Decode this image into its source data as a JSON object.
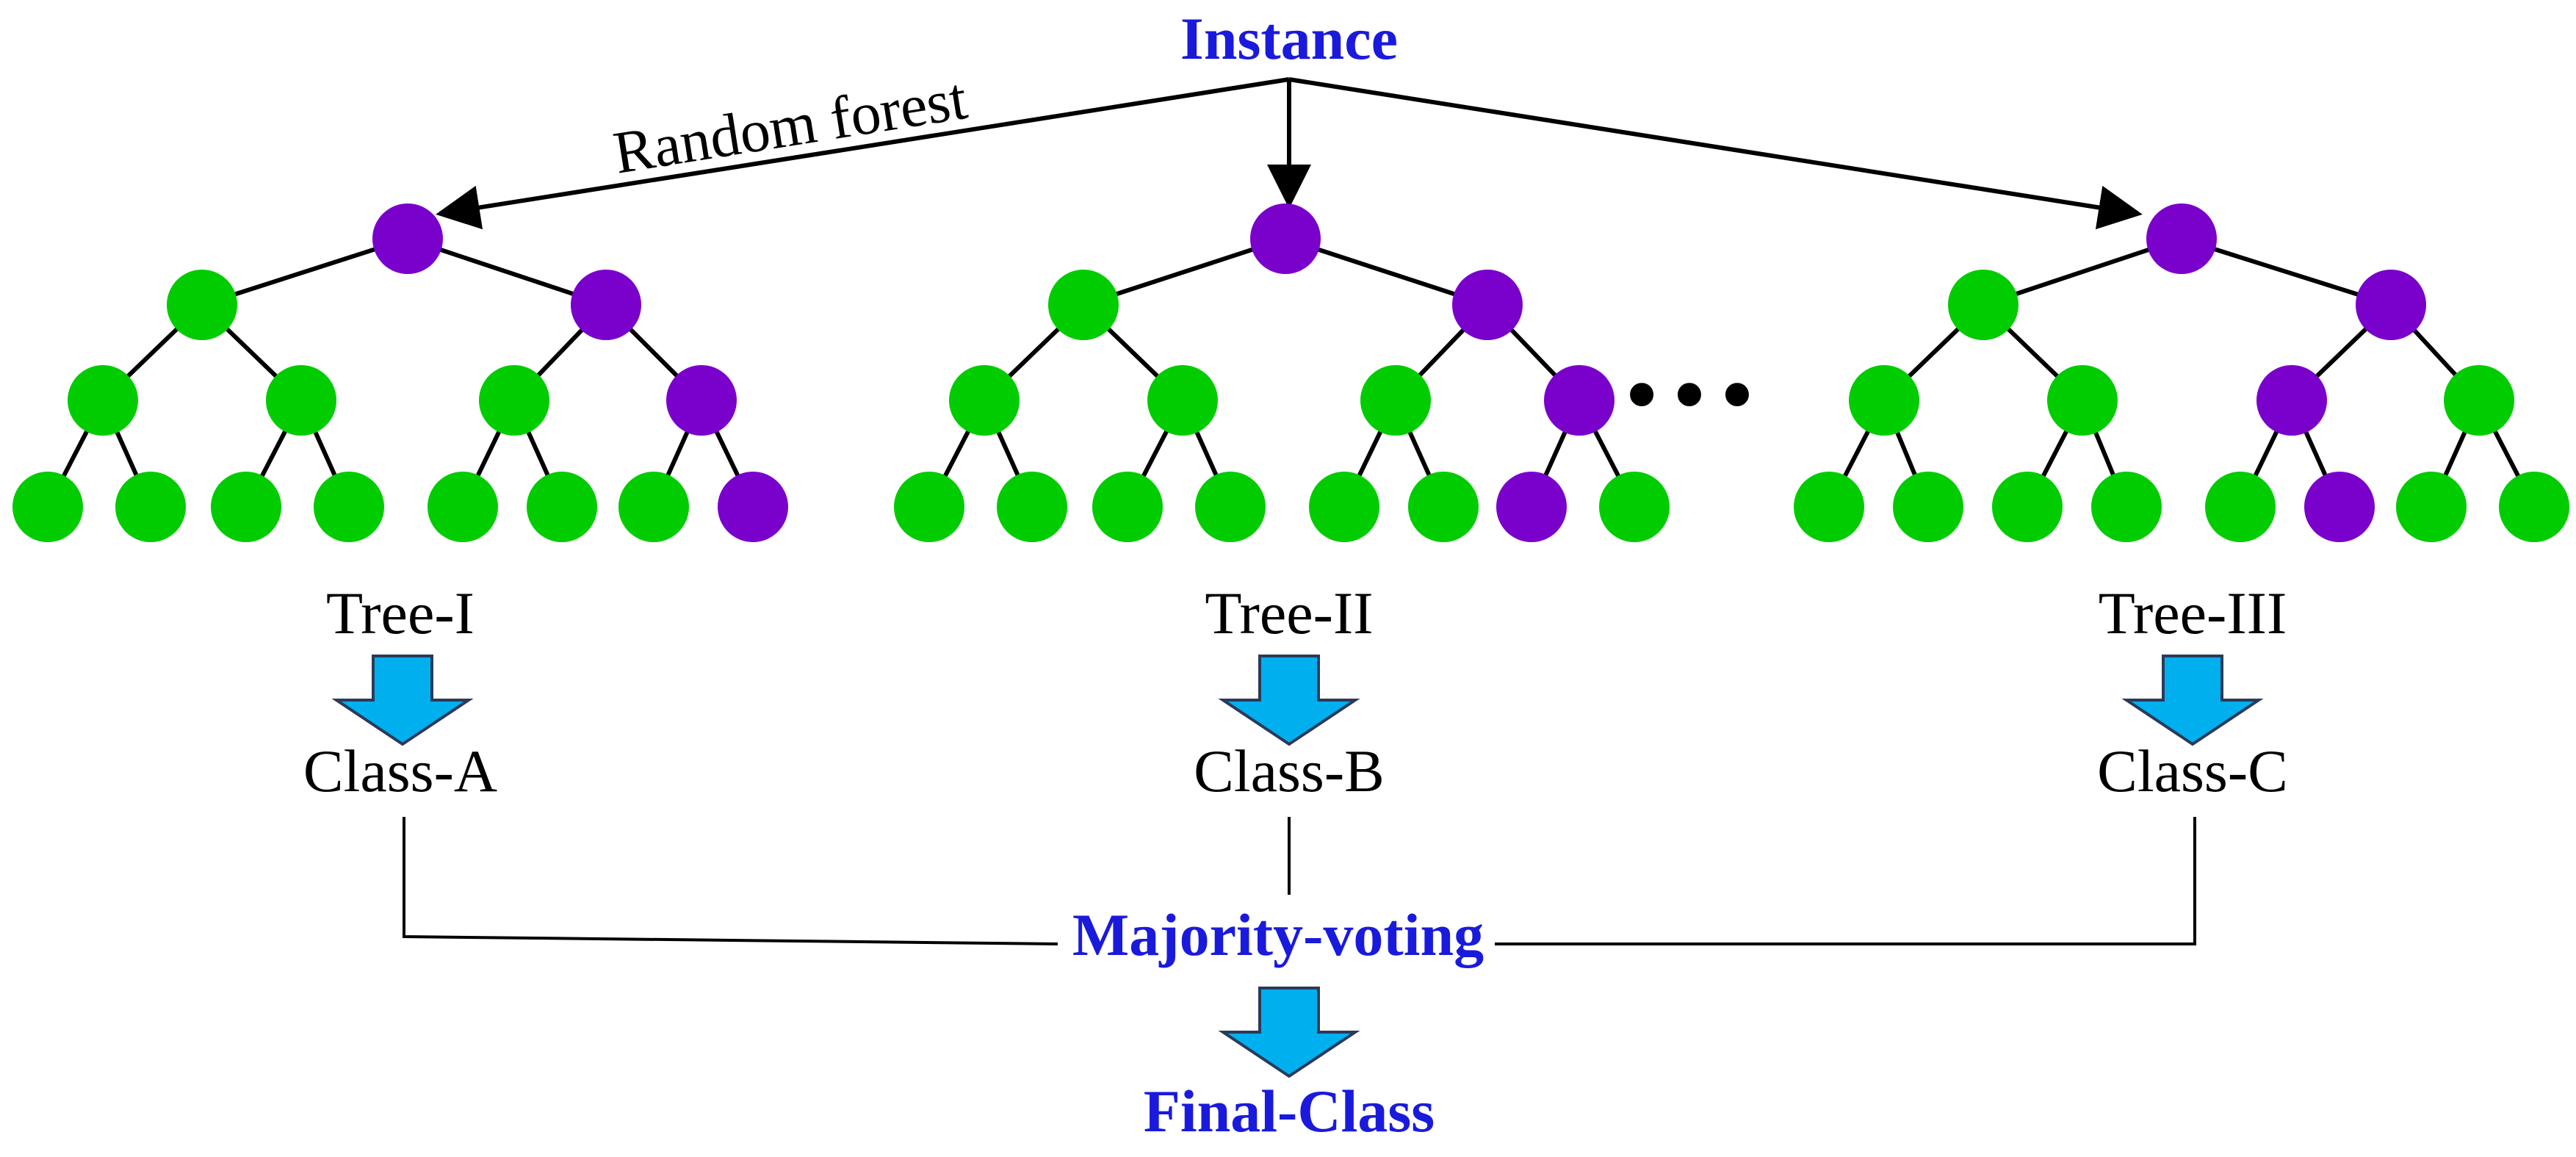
{
  "colors": {
    "green": "#00cc00",
    "purple": "#7a00cc",
    "blue_text": "#1a1add",
    "arrow_fill": "#00b0ee",
    "line": "#000000"
  },
  "labels": {
    "instance": "Instance",
    "random_forest": "Random forest",
    "majority_voting": "Majority-voting",
    "final_class": "Final-Class"
  },
  "trees": [
    {
      "name": "Tree-I",
      "class_label": "Class-A",
      "purple_nodes": [
        "root",
        "right",
        "right.right",
        "right.right.right"
      ]
    },
    {
      "name": "Tree-II",
      "class_label": "Class-B",
      "purple_nodes": [
        "root",
        "right",
        "right.right",
        "right.right.left"
      ]
    },
    {
      "name": "Tree-III",
      "class_label": "Class-C",
      "purple_nodes": [
        "root",
        "right",
        "right.left",
        "right.left.right"
      ]
    }
  ],
  "ellipsis": "•••"
}
